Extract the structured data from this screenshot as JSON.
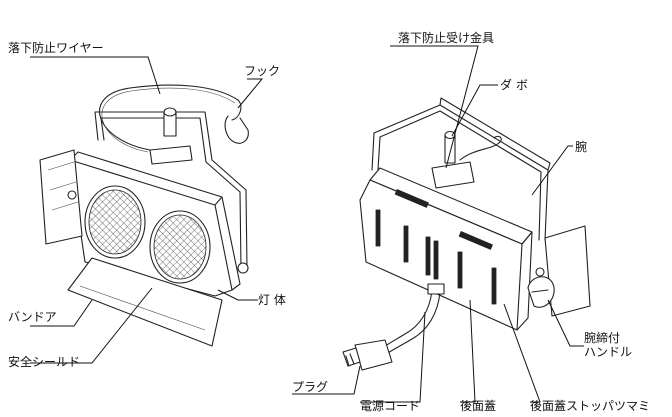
{
  "labels": {
    "fall_prevention_wire": "落下防止ワイヤー",
    "hook": "フック",
    "band_door": "バンドア",
    "safety_shield": "安全シールド",
    "lamp_body": "灯 体",
    "fall_prevention_bracket": "落下防止受け金具",
    "dowel": "ダ ボ",
    "arm": "腕",
    "arm_tightening_handle_line1": "腕締付",
    "arm_tightening_handle_line2": "ハンドル",
    "plug": "プラグ",
    "power_cord": "電源コード",
    "rear_cover": "後面蓋",
    "rear_cover_stopper_knob": "後面蓋ストッパツマミ"
  }
}
